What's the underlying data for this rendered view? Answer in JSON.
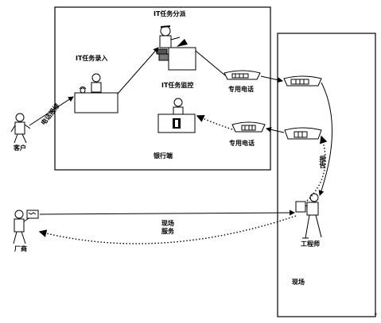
{
  "labels": {
    "dispatch": "IT任务分派",
    "entry": "IT任务录入",
    "monitor": "IT任务监控",
    "bank_branch": "银行端",
    "phone_dispatch": "专用电话",
    "phone_report": "专用电话",
    "customer": "客户",
    "customer_call": "电话报修",
    "fault_report": "报告",
    "field": "现场",
    "engineer": "工程师",
    "service_line1": "现场",
    "service_line2": "服务",
    "vendor": "厂商",
    "corner_mark": "+"
  }
}
